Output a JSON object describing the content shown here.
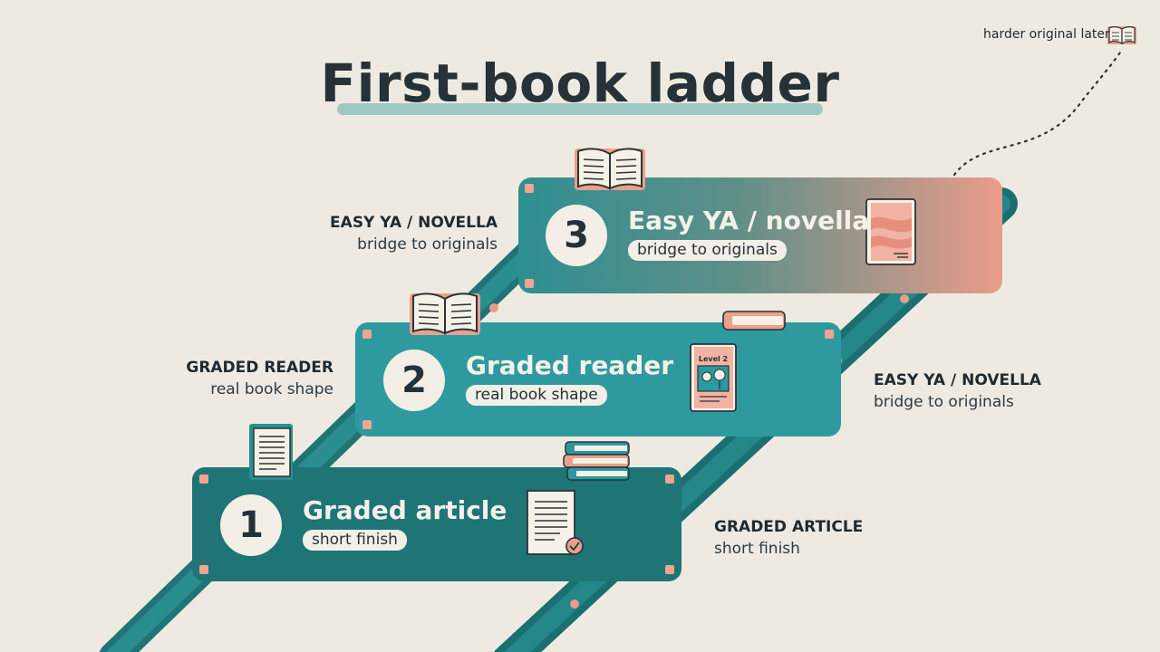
{
  "title": "First-book ladder",
  "note": "harder original later",
  "steps": [
    {
      "number": "1",
      "title": "Graded article",
      "subtitle": "short finish"
    },
    {
      "number": "2",
      "title": "Graded reader",
      "subtitle": "real book shape"
    },
    {
      "number": "3",
      "title": "Easy YA / novella",
      "subtitle": "bridge to originals"
    }
  ],
  "callouts": {
    "left_top": {
      "title": "EASY YA / NOVELLA",
      "sub": "bridge to originals"
    },
    "left_mid": {
      "title": "GRADED READER",
      "sub": "real book shape"
    },
    "right_mid": {
      "title": "EASY YA / NOVELLA",
      "sub": "bridge to originals"
    },
    "right_bot": {
      "title": "GRADED ARTICLE",
      "sub": "short finish"
    }
  },
  "book_cover_label": "Level 2",
  "colors": {
    "background": "#eeeae1",
    "teal_dark": "#1d6e70",
    "teal": "#2a9aa0",
    "coral": "#e99a88",
    "ink": "#23313a"
  }
}
